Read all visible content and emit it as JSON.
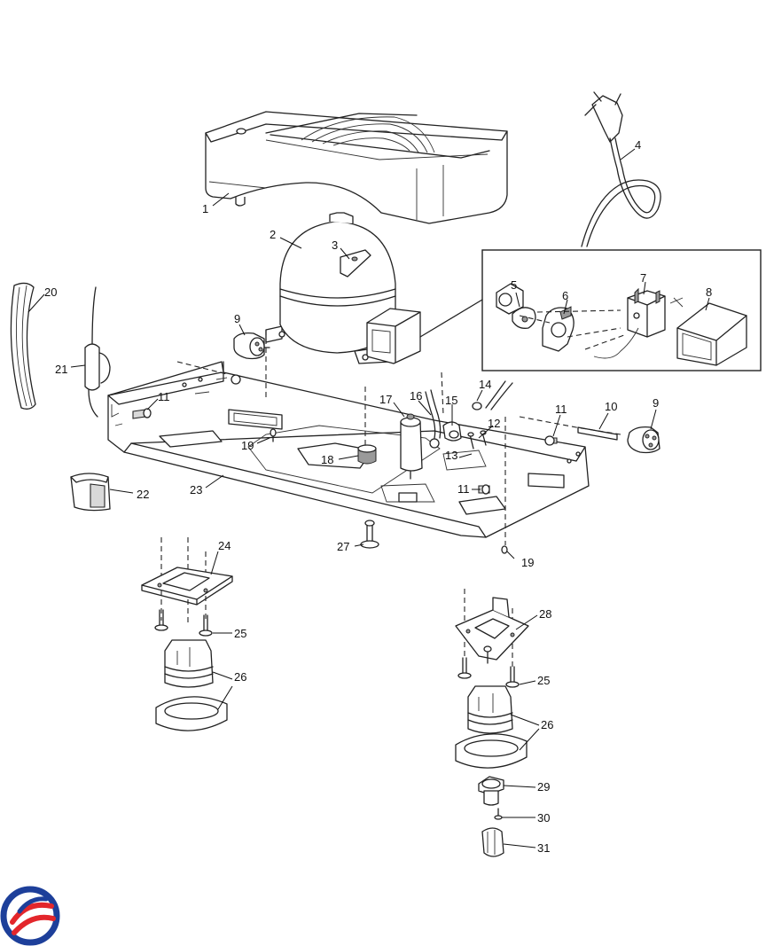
{
  "callouts": [
    {
      "id": "c1",
      "text": "1"
    },
    {
      "id": "c2",
      "text": "2"
    },
    {
      "id": "c3",
      "text": "3"
    },
    {
      "id": "c4",
      "text": "4"
    },
    {
      "id": "c5",
      "text": "5"
    },
    {
      "id": "c6",
      "text": "6"
    },
    {
      "id": "c7",
      "text": "7"
    },
    {
      "id": "c8",
      "text": "8"
    },
    {
      "id": "c9a",
      "text": "9"
    },
    {
      "id": "c9b",
      "text": "9"
    },
    {
      "id": "c10",
      "text": "10"
    },
    {
      "id": "c11a",
      "text": "11"
    },
    {
      "id": "c11b",
      "text": "11"
    },
    {
      "id": "c11c",
      "text": "11"
    },
    {
      "id": "c12",
      "text": "12"
    },
    {
      "id": "c13",
      "text": "13"
    },
    {
      "id": "c14",
      "text": "14"
    },
    {
      "id": "c15",
      "text": "15"
    },
    {
      "id": "c16",
      "text": "16"
    },
    {
      "id": "c17",
      "text": "17"
    },
    {
      "id": "c18",
      "text": "18"
    },
    {
      "id": "c19a",
      "text": "19"
    },
    {
      "id": "c19b",
      "text": "19"
    },
    {
      "id": "c20",
      "text": "20"
    },
    {
      "id": "c21",
      "text": "21"
    },
    {
      "id": "c22",
      "text": "22"
    },
    {
      "id": "c23",
      "text": "23"
    },
    {
      "id": "c24",
      "text": "24"
    },
    {
      "id": "c25a",
      "text": "25"
    },
    {
      "id": "c25b",
      "text": "25"
    },
    {
      "id": "c26a",
      "text": "26"
    },
    {
      "id": "c26b",
      "text": "26"
    },
    {
      "id": "c27",
      "text": "27"
    },
    {
      "id": "c28",
      "text": "28"
    },
    {
      "id": "c29",
      "text": "29"
    },
    {
      "id": "c30",
      "text": "30"
    },
    {
      "id": "c31",
      "text": "31"
    }
  ],
  "logo": {
    "colors": {
      "blue": "#1d3f9a",
      "red": "#e3262b"
    }
  }
}
